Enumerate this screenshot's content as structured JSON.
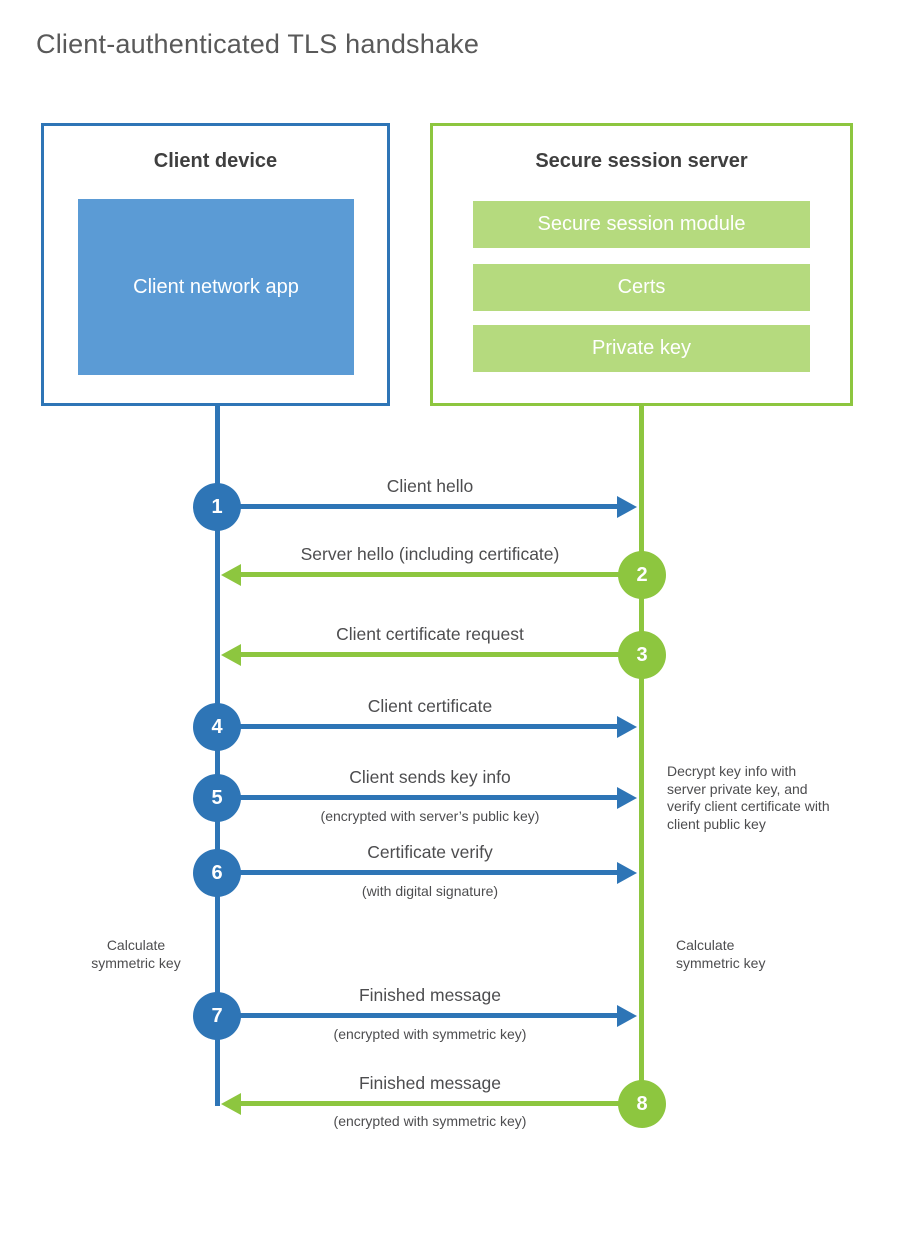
{
  "title": "Client-authenticated TLS handshake",
  "colors": {
    "blue": "#2E75B6",
    "blue_light": "#5B9BD5",
    "green": "#8DC63F",
    "green_light": "#B5DA7E",
    "text": "#4D4D4F",
    "heading": "#3F3F3F",
    "title_gray": "#595959"
  },
  "client": {
    "title": "Client device",
    "app_label": "Client network app"
  },
  "server": {
    "title": "Secure session server",
    "modules": [
      "Secure session module",
      "Certs",
      "Private key"
    ]
  },
  "flows": [
    {
      "step": "1",
      "actor": "client",
      "direction": "right",
      "label": "Client hello",
      "sub": ""
    },
    {
      "step": "2",
      "actor": "server",
      "direction": "left",
      "label": "Server hello (including certificate)",
      "sub": ""
    },
    {
      "step": "3",
      "actor": "server",
      "direction": "left",
      "label": "Client certificate request",
      "sub": ""
    },
    {
      "step": "4",
      "actor": "client",
      "direction": "right",
      "label": "Client certificate",
      "sub": ""
    },
    {
      "step": "5",
      "actor": "client",
      "direction": "right",
      "label": "Client sends key info",
      "sub": "(encrypted with server’s public key)"
    },
    {
      "step": "6",
      "actor": "client",
      "direction": "right",
      "label": "Certificate verify",
      "sub": "(with digital signature)"
    },
    {
      "step": "7",
      "actor": "client",
      "direction": "right",
      "label": "Finished message",
      "sub": "(encrypted with symmetric key)"
    },
    {
      "step": "8",
      "actor": "server",
      "direction": "left",
      "label": "Finished message",
      "sub": "(encrypted with symmetric key)"
    }
  ],
  "annotations": {
    "decrypt_note": "Decrypt key info with server private key, and verify client certificate with client public key",
    "calc_left": "Calculate symmetric key",
    "calc_right": "Calculate symmetric key"
  }
}
